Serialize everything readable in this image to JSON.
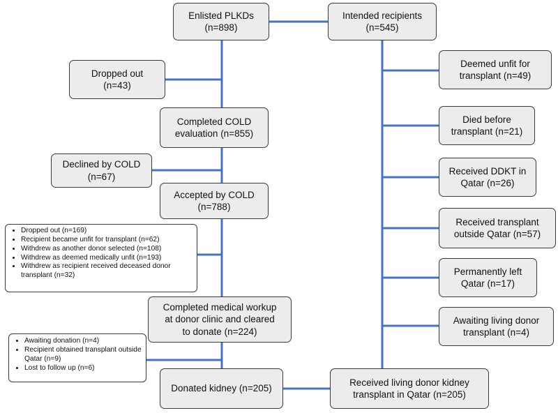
{
  "colors": {
    "connector": "#4472c4",
    "box_fill": "#ececec",
    "box_border": "#3a3a3a"
  },
  "left_column": {
    "enlisted": {
      "label": "Enlisted PLKDs",
      "count": "(n=898)"
    },
    "dropped_out": {
      "label": "Dropped out",
      "count": "(n=43)"
    },
    "completed_cold": {
      "line1": "Completed COLD",
      "line2": "evaluation (n=855)"
    },
    "declined_cold": {
      "label": "Declined by COLD",
      "count": "(n=67)"
    },
    "accepted_cold": {
      "label": "Accepted by COLD",
      "count": "(n=788)"
    },
    "exclusions_1": [
      "Dropped out (n=169)",
      "Recipient became unfit for transplant (n=62)",
      "Withdrew as another donor selected (n=108)",
      "Withdrew as deemed medically unfit (n=193)",
      "Withdrew as recipient received deceased donor transplant (n=32)"
    ],
    "medical_workup": {
      "line1": "Completed medical workup",
      "line2": "at donor clinic and cleared",
      "line3": "to donate (n=224)"
    },
    "exclusions_2": [
      "Awaiting donation (n=4)",
      "Recipient obtained transplant outside Qatar (n=9)",
      "Lost to follow up (n=6)"
    ],
    "donated": {
      "label": "Donated kidney (n=205)"
    }
  },
  "right_column": {
    "intended": {
      "label": "Intended recipients",
      "count": "(n=545)"
    },
    "unfit": {
      "line1": "Deemed unfit for",
      "line2": "transplant (n=49)"
    },
    "died": {
      "line1": "Died before",
      "line2": "transplant (n=21)"
    },
    "ddkt": {
      "line1": "Received DDKT in",
      "line2": "Qatar (n=26)"
    },
    "outside": {
      "line1": "Received transplant",
      "line2": "outside Qatar (n=57)"
    },
    "left_qatar": {
      "line1": "Permanently left",
      "line2": "Qatar (n=17)"
    },
    "awaiting": {
      "line1": "Awaiting living donor",
      "line2": "transplant (n=4)"
    },
    "received_living": {
      "line1": "Received living donor kidney",
      "line2": "transplant in Qatar (n=205)"
    }
  }
}
